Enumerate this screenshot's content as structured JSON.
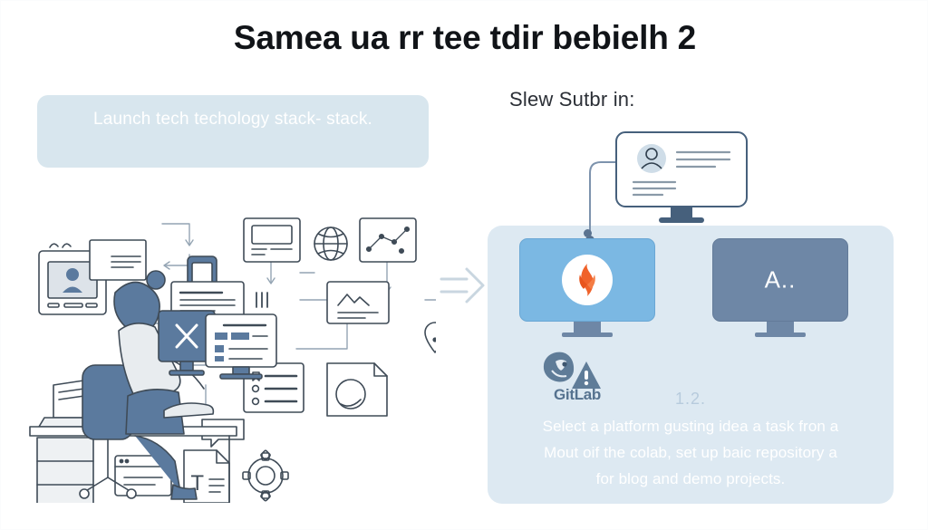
{
  "page": {
    "title": "Samea ua rr tee tdir bebielh 2",
    "background_color": "#ffffff"
  },
  "left": {
    "callout": {
      "text": "Launch tech techology stack- stack.",
      "background_color": "#d8e6ee",
      "text_color": "#ffffff"
    },
    "illustration": {
      "name": "developer-at-desk-workflow-diagram",
      "elements": [
        "profile-badge-card",
        "document-card",
        "tablet-device",
        "browser-window",
        "globe",
        "network-graph",
        "image-file",
        "location-pin",
        "checklist",
        "disc-document",
        "chat-bubble",
        "text-document",
        "gear",
        "person-at-desk",
        "desk-monitor-x",
        "laptop",
        "office-chair",
        "drawer-cabinet"
      ],
      "line_color": "#3f4b57",
      "accent_color": "#5b7a9e"
    }
  },
  "middle": {
    "arrow": {
      "name": "double-line-right-arrow",
      "color": "#c9d6e0"
    }
  },
  "right": {
    "heading": "Slew Sutbr in:",
    "panel": {
      "background_color": "#dde9f2"
    },
    "top_monitor": {
      "name": "user-profile-monitor",
      "avatar": "user-avatar",
      "text_lines": 7
    },
    "connector": {
      "color": "#7d93ad"
    },
    "monitors": [
      {
        "name": "gitlab-monitor",
        "label": "",
        "logo": "gitlab-fox-logo",
        "screen_color": "#7bb8e3",
        "logo_color": "#f0622a"
      },
      {
        "name": "secondary-monitor",
        "label": "A..",
        "logo": "",
        "screen_color": "#6e87a6",
        "logo_color": ""
      }
    ],
    "brand": {
      "logo_name": "gitlab-tanuki-warning-icon",
      "word": "GitLab",
      "word_color": "#55728f"
    },
    "step_number": "1.2.",
    "body_lines": [
      "Select a platform gusting idea a task fron a",
      "Mout oif the colab, set up baic repository a",
      "for blog and demo projects."
    ]
  }
}
